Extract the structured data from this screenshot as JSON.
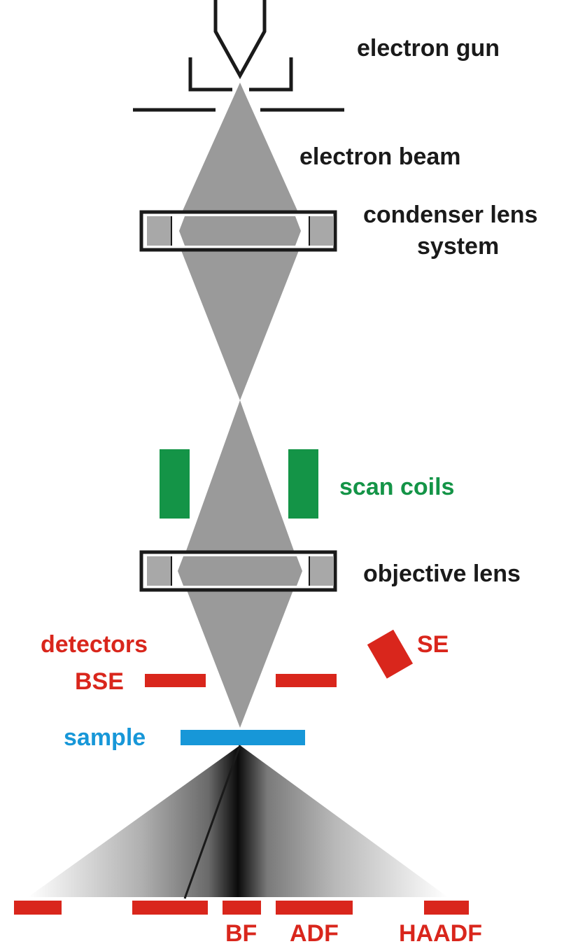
{
  "colors": {
    "beam": "#9a9a9a",
    "outline": "#1a1a1a",
    "lens_fill": "#a8a8a8",
    "coil": "#149447",
    "detector": "#d9261c",
    "sample": "#1797d8",
    "label_dark": "#1a1a1a"
  },
  "labels": {
    "electron_gun": "electron gun",
    "electron_beam": "electron beam",
    "condenser_line1": "condenser lens",
    "condenser_line2": "system",
    "scan_coils": "scan coils",
    "objective_lens": "objective lens",
    "detectors": "detectors",
    "se": "SE",
    "bse": "BSE",
    "sample": "sample",
    "bf": "BF",
    "adf": "ADF",
    "haadf": "HAADF"
  }
}
